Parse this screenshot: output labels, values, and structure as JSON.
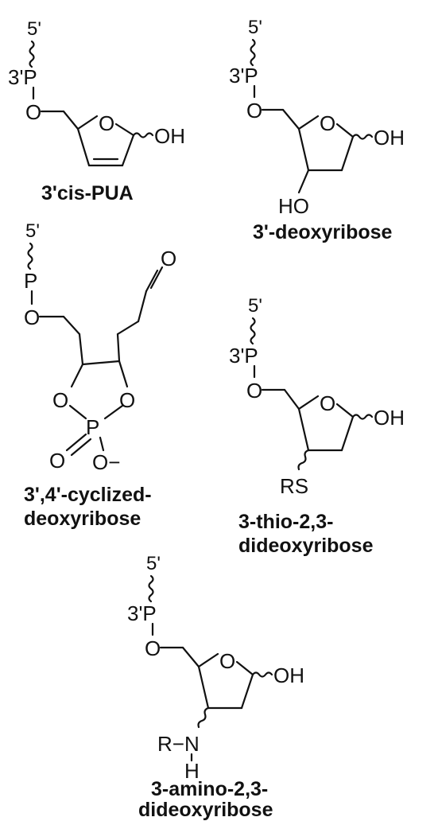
{
  "labels": {
    "five_prime": "5'",
    "three_prime_p": "3'P",
    "p": "P",
    "o": "O",
    "oh": "OH",
    "ho": "HO",
    "o_minus": "O−",
    "rs": "RS",
    "r_n": "R−N",
    "h": "H"
  },
  "structures": [
    {
      "id": "cis-pua",
      "caption": [
        "3'cis-PUA"
      ]
    },
    {
      "id": "deoxyribose",
      "caption": [
        "3'-deoxyribose"
      ]
    },
    {
      "id": "cyclized",
      "caption": [
        "3',4'-cyclized-",
        "deoxyribose"
      ]
    },
    {
      "id": "thio",
      "caption": [
        "3-thio-2,3-",
        "dideoxyribose"
      ]
    },
    {
      "id": "amino",
      "caption": [
        "3-amino-2,3-",
        "dideoxyribose"
      ]
    }
  ]
}
